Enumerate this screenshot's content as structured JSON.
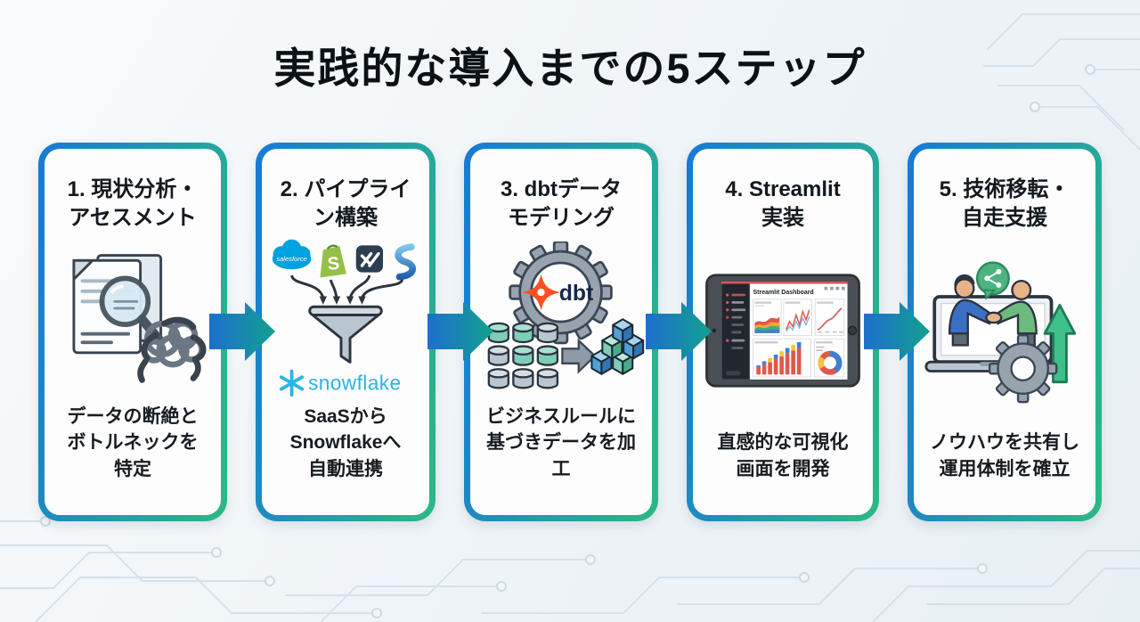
{
  "page": {
    "title": "実践的な導入までの5ステップ"
  },
  "steps": [
    {
      "title": "1. 現状分析・アセスメント",
      "title_lines": [
        "1. 現状分析・",
        "アセスメント"
      ],
      "description": "データの断絶とボトルネックを特定",
      "description_lines": [
        "データの断絶と",
        "ボトルネックを",
        "特定"
      ],
      "icon": "document-magnifier-and-tangled-knot-icon"
    },
    {
      "title": "2. パイプライン構築",
      "title_lines": [
        "2. パイプライ",
        "ン構築"
      ],
      "description": "SaaSからSnowflakeへ自動連携",
      "description_lines": [
        "SaaSから",
        "Snowflakeへ",
        "自動連携"
      ],
      "icon": "saas-logos-funnel-snowflake-icon",
      "logos": {
        "salesforce": "salesforce",
        "shopify_initial": "S",
        "snowflake": "snowflake"
      }
    },
    {
      "title": "3. dbtデータモデリング",
      "title_lines": [
        "3. dbtデータ",
        "モデリング"
      ],
      "description": "ビジネスルールに基づきデータを加工",
      "description_lines": [
        "ビジネスルールに",
        "基づきデータを加",
        "工"
      ],
      "icon": "dbt-gear-data-transform-icon",
      "logos": {
        "dbt": "dbt"
      }
    },
    {
      "title": "4. Streamlit 実装",
      "title_lines": [
        "4. Streamlit",
        "実装"
      ],
      "description": "直感的な可視化画面を開発",
      "description_lines": [
        "直感的な可視化",
        "画面を開発"
      ],
      "icon": "tablet-dashboard-icon",
      "dashboard_title": "Streamlit Dashboard"
    },
    {
      "title": "5. 技術移転・自走支援",
      "title_lines": [
        "5. 技術移転・",
        "自走支援"
      ],
      "description": "ノウハウを共有し運用体制を確立",
      "description_lines": [
        "ノウハウを共有し",
        "運用体制を確立"
      ],
      "icon": "handshake-laptop-gear-arrow-icon"
    }
  ],
  "colors": {
    "card_border_start": "#1779d6",
    "card_border_end": "#2cb985",
    "arrow_start": "#1d6fcf",
    "arrow_end": "#12a18e",
    "snowflake_blue": "#29b5e8",
    "dbt_orange": "#ff4f21",
    "salesforce_blue": "#00a1e0",
    "shopify_green": "#95bf47",
    "title_text": "#0c1116"
  }
}
